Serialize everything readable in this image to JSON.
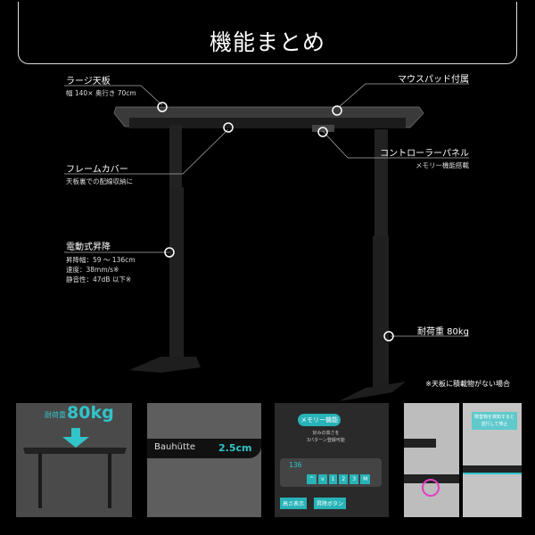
{
  "title": "機能まとめ",
  "callouts": {
    "top_board": {
      "label": "ラージ天板",
      "detail": "幅 140× 奥行き 70cm"
    },
    "mousepad": {
      "label": "マウスパッド付属"
    },
    "frame_cover": {
      "label": "フレームカバー",
      "detail": "天板裏での配線収納に"
    },
    "controller": {
      "label": "コントローラーパネル",
      "detail": "メモリー機能搭載"
    },
    "lift": {
      "label": "電動式昇降",
      "details": [
        "昇降幅：59 ～ 136cm",
        "速度：38mm/s※",
        "静音性：47dB 以下※"
      ]
    },
    "load": {
      "label": "耐荷重 80kg"
    },
    "note": "※天板に積載物がない場合"
  },
  "panels": {
    "load": {
      "prefix": "耐荷重",
      "value": "80kg"
    },
    "thickness": {
      "brand": "Bauhütte",
      "value": "2.5cm"
    },
    "memory": {
      "badge": "メモリー機能",
      "desc": [
        "好みの高さを",
        "3パターン登録可能"
      ],
      "display": "136",
      "buttons": [
        "^",
        "v",
        "1",
        "2",
        "3",
        "M"
      ],
      "tag_height": "高さ表示",
      "tag_buttons": "昇降ボタン"
    },
    "safety": {
      "desc": [
        "障害物を検知すると",
        "逆行して停止"
      ]
    }
  },
  "colors": {
    "accent": "#31c4c9",
    "background": "#000000"
  }
}
